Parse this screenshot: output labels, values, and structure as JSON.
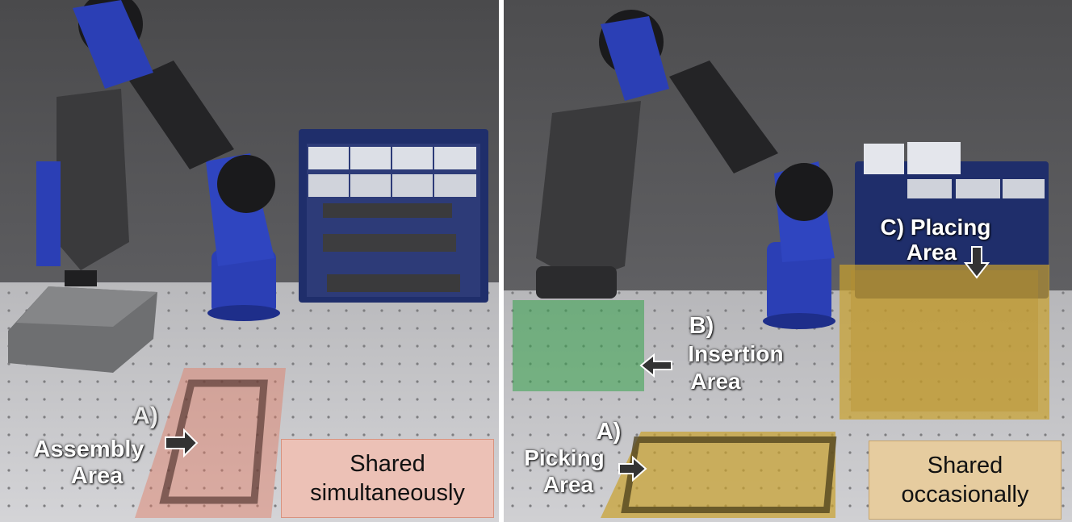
{
  "colors": {
    "shared_simultaneously_box": "#ecc1b6",
    "shared_simultaneously_border": "#d8937f",
    "shared_occasionally_box": "#e6cc9f",
    "shared_occasionally_border": "#c7a46a",
    "assembly_overlay": "#e27a62",
    "insertion_overlay": "#35a34a",
    "picking_placing_overlay": "#c9a12c",
    "robot_blue": "#2b3fb5"
  },
  "left_panel": {
    "assembly_letter": "A)",
    "assembly_line1": "Assembly",
    "assembly_line2": "Area",
    "box_line1": "Shared",
    "box_line2": "simultaneously"
  },
  "right_panel": {
    "picking_letter": "A)",
    "picking_line1": "Picking",
    "picking_line2": "Area",
    "insertion_letter": "B)",
    "insertion_line1": "Insertion",
    "insertion_line2": "Area",
    "placing_line1": "C) Placing",
    "placing_line2": "Area",
    "box_line1": "Shared",
    "box_line2": "occasionally"
  }
}
